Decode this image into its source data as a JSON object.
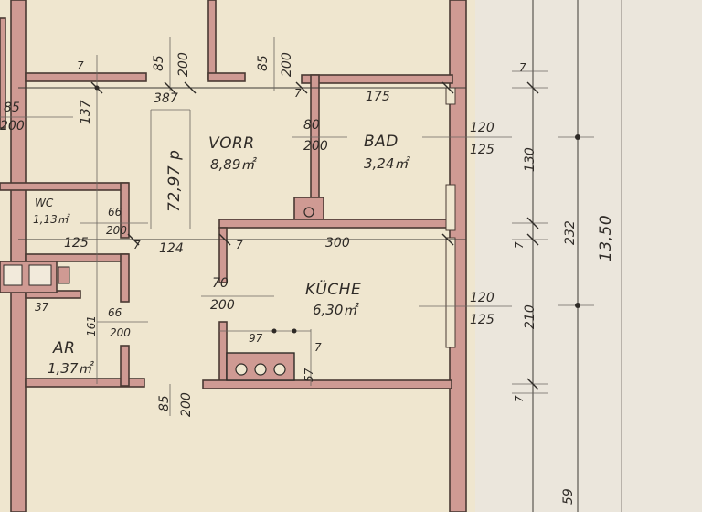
{
  "rooms": {
    "vorr": {
      "name": "VORR",
      "area": "8,89㎡"
    },
    "bad": {
      "name": "BAD",
      "area": "3,24㎡"
    },
    "kueche": {
      "name": "KÜCHE",
      "area": "6,30㎡"
    },
    "wc": {
      "name": "WC",
      "area": "1,13㎡"
    },
    "ar": {
      "name": "AR",
      "area": "1,37㎡"
    }
  },
  "dims": {
    "door_top_a": [
      "85",
      "200"
    ],
    "door_top_b": [
      "85",
      "200"
    ],
    "door_left": [
      "85",
      "200"
    ],
    "vorr_width": "387",
    "bad_width": "175",
    "wall_137": "137",
    "door_bad": [
      "80",
      "200"
    ],
    "vert_label": "72,97 p",
    "wc_door": [
      "66",
      "200"
    ],
    "d125": "125",
    "d124": "124",
    "d300": "300",
    "win_bad": [
      "120",
      "125"
    ],
    "door_kueche": [
      "70",
      "200"
    ],
    "win_kueche": [
      "120",
      "125"
    ],
    "ar_door": [
      "66",
      "200"
    ],
    "ar_37": "37",
    "ar_161": "161",
    "stove_97": "97",
    "stove_57": "57",
    "door_bottom": [
      "85",
      "200"
    ],
    "right_130": "130",
    "right_232": "232",
    "right_210": "210",
    "right_1350": "13,50",
    "right_59": "59",
    "mark_7": "7"
  }
}
